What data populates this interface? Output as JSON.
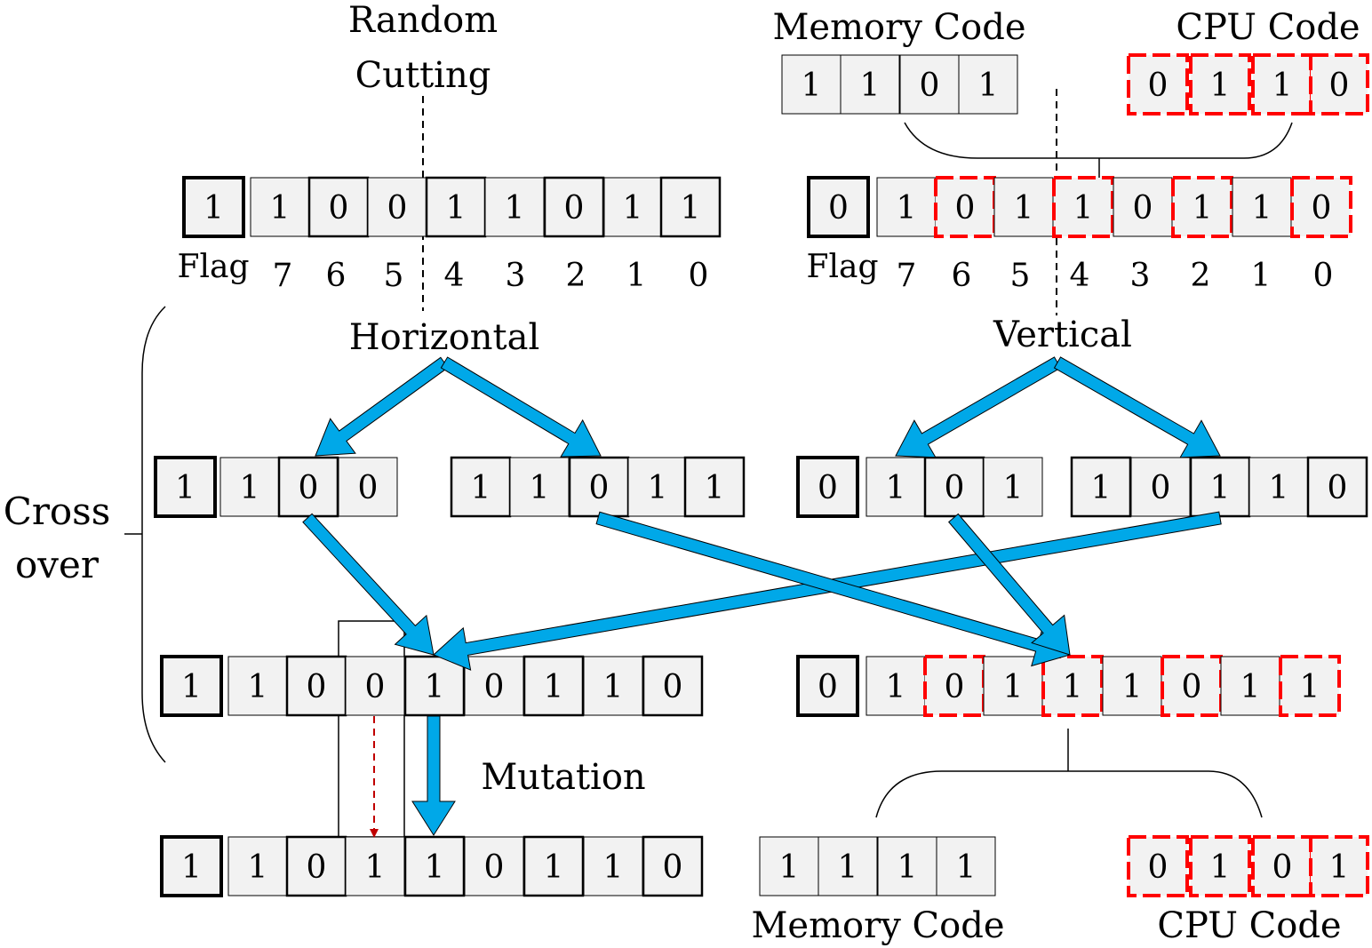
{
  "labels": {
    "random_cutting_1": "Random",
    "random_cutting_2": "Cutting",
    "memory_code_top": "Memory Code",
    "cpu_code_top": "CPU Code",
    "horizontal": "Horizontal",
    "vertical": "Vertical",
    "cross_over_1": "Cross",
    "cross_over_2": "over",
    "mutation": "Mutation",
    "memory_code_bottom": "Memory Code",
    "cpu_code_bottom": "CPU Code"
  },
  "position_labels": [
    "Flag",
    "7",
    "6",
    "5",
    "4",
    "3",
    "2",
    "1",
    "0"
  ],
  "chromosomes": {
    "horizontal_parent": [
      "1",
      "1",
      "0",
      "0",
      "1",
      "1",
      "0",
      "1",
      "1"
    ],
    "vertical_parent": [
      "0",
      "1",
      "0",
      "1",
      "1",
      "0",
      "1",
      "1",
      "0"
    ],
    "memory_code_top": [
      "1",
      "1",
      "0",
      "1"
    ],
    "cpu_code_top": [
      "0",
      "1",
      "1",
      "0"
    ],
    "horizontal_left_half": [
      "1",
      "1",
      "0",
      "0"
    ],
    "horizontal_right_half": [
      "1",
      "1",
      "0",
      "1",
      "1"
    ],
    "vertical_left_half": [
      "0",
      "1",
      "0",
      "1"
    ],
    "vertical_right_half": [
      "1",
      "0",
      "1",
      "1",
      "0"
    ],
    "offspring_horizontal": [
      "1",
      "1",
      "0",
      "0",
      "1",
      "0",
      "1",
      "1",
      "0"
    ],
    "offspring_vertical": [
      "0",
      "1",
      "0",
      "1",
      "1",
      "1",
      "0",
      "1",
      "1"
    ],
    "mutated": [
      "1",
      "1",
      "0",
      "1",
      "1",
      "0",
      "1",
      "1",
      "0"
    ],
    "memory_code_bottom": [
      "1",
      "1",
      "1",
      "1"
    ],
    "cpu_code_bottom": [
      "0",
      "1",
      "0",
      "1"
    ]
  },
  "colors": {
    "arrow": "#00A8E8",
    "cpu_dash": "#FF0000",
    "mutation_arrow": "#C00000",
    "cell_fill": "#F2F2F2"
  }
}
